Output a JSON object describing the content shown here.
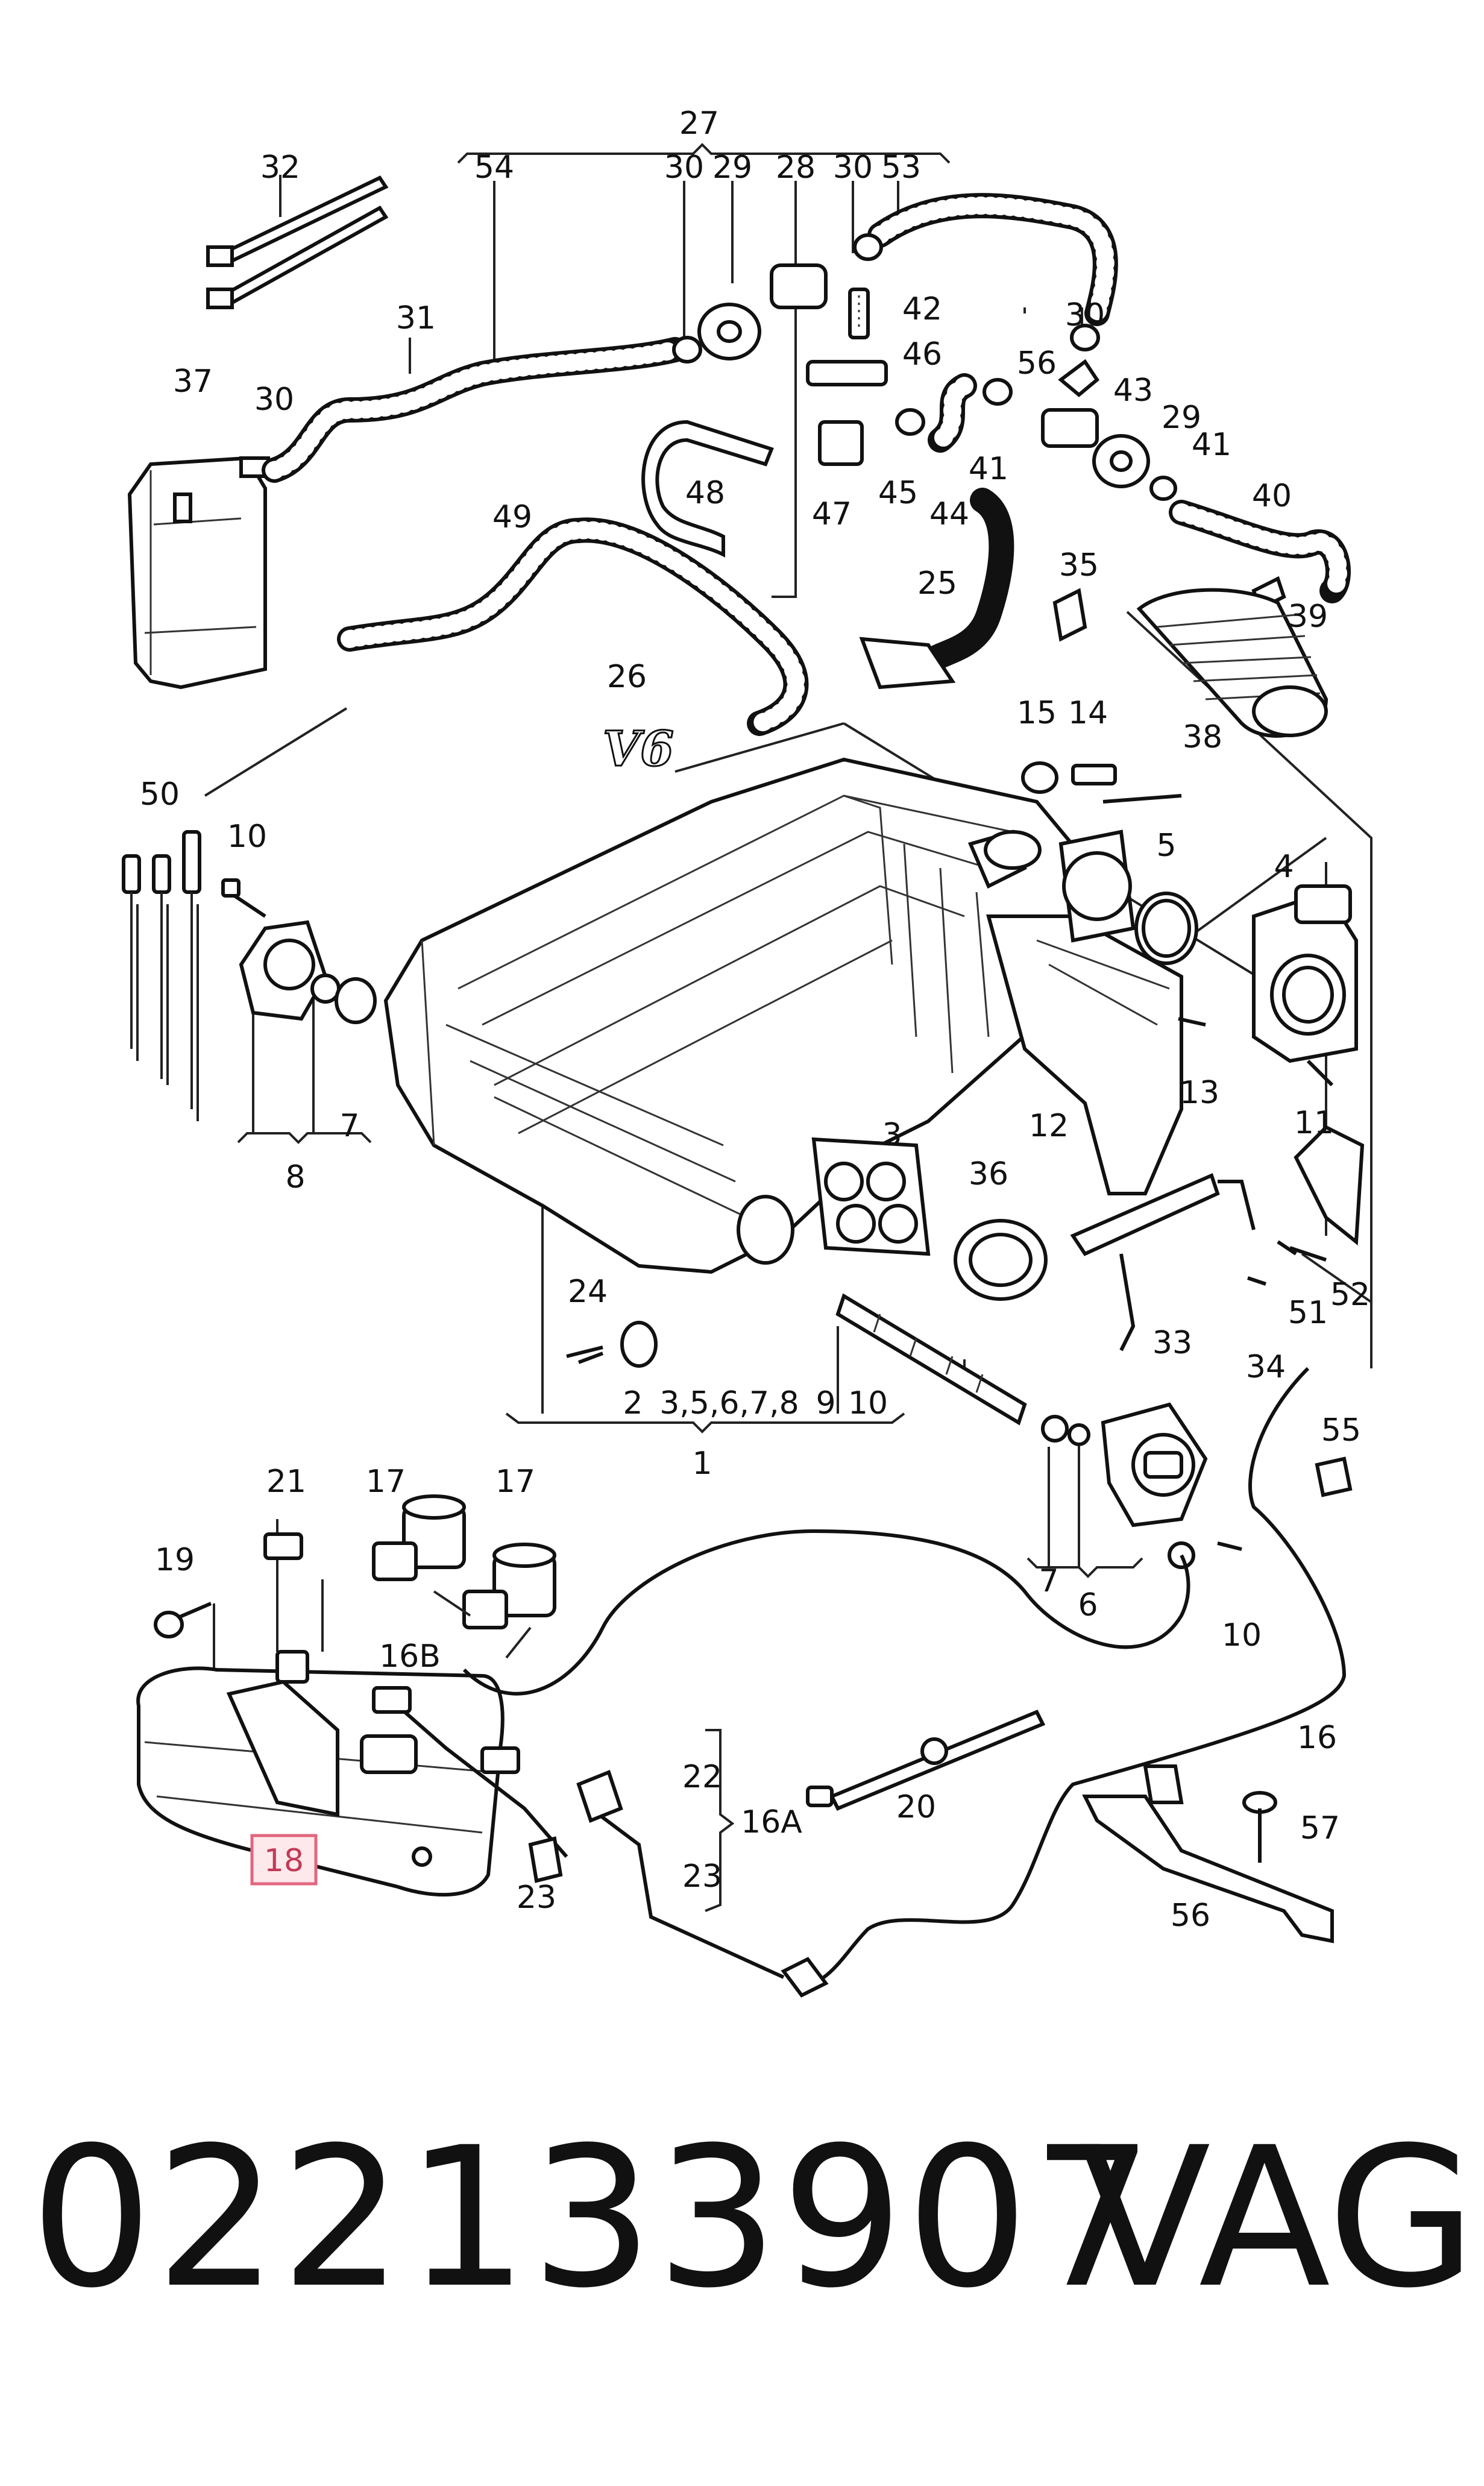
{
  "diagram": {
    "callouts": {
      "c27": "27",
      "c32": "32",
      "c54": "54",
      "c30a": "30",
      "c29a": "29",
      "c28": "28",
      "c30b": "30",
      "c53": "53",
      "c31": "31",
      "c37": "37",
      "c30c": "30",
      "c42": "42",
      "c30d": "30",
      "c46": "46",
      "c56a": "56",
      "c43": "43",
      "c29b": "29",
      "c41a": "41",
      "c41b": "41",
      "c48": "48",
      "c47": "47",
      "c45": "45",
      "c44": "44",
      "c40": "40",
      "c49": "49",
      "c35": "35",
      "c39": "39",
      "c25": "25",
      "c38": "38",
      "c26": "26",
      "c15": "15",
      "c14": "14",
      "c50": "50",
      "c10a": "10",
      "c5": "5",
      "c4": "4",
      "c7a": "7",
      "c8": "8",
      "c13": "13",
      "c12": "12",
      "c11": "11",
      "c3": "3",
      "c36": "36",
      "c52": "52",
      "c51": "51",
      "c33": "33",
      "c34": "34",
      "c24": "24",
      "c2": "2",
      "c3578": "3,5,6,7,8",
      "c9": "9",
      "c10b": "10",
      "c1": "1",
      "c55": "55",
      "c21": "21",
      "c17a": "17",
      "c17b": "17",
      "c19": "19",
      "c7b": "7",
      "c6": "6",
      "c10c": "10",
      "c16b": "16B",
      "c16": "16",
      "c22": "22",
      "c16a": "16A",
      "c18": "18",
      "c20": "20",
      "c57": "57",
      "c23a": "23",
      "c23b": "23",
      "c56b": "56"
    },
    "manifold_badge": "V6",
    "highlighted_part": "18",
    "highlight_color": "#e2667e"
  },
  "footer": {
    "part_number": "022133907",
    "brand": "VAG"
  }
}
